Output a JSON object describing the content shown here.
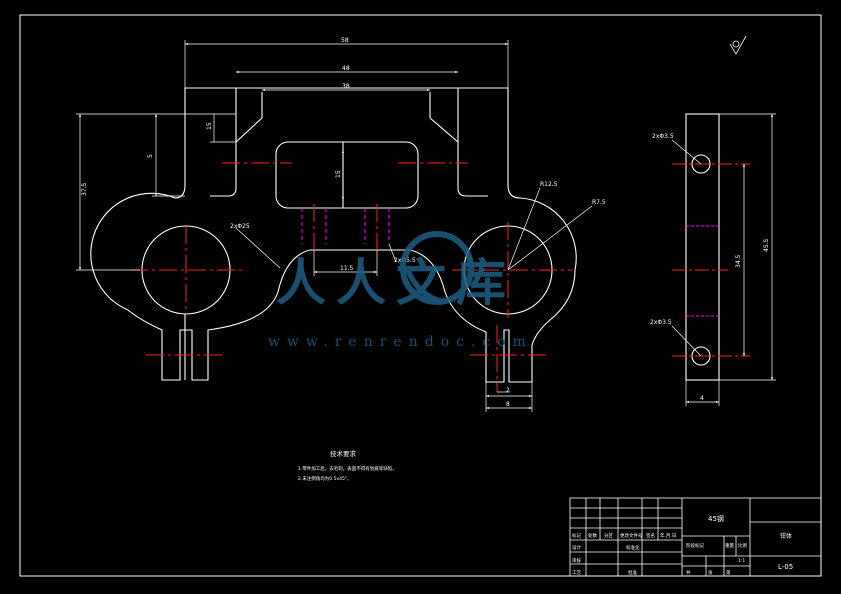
{
  "colors": {
    "background": "#000000",
    "outline": "#ffffff",
    "centerline": "#ff2020",
    "hidden": "#ff00ff",
    "watermark": "#1e5f86"
  },
  "dimensions": {
    "overall_width": "58",
    "middle_width": "48",
    "top_width": "38",
    "left_height": "37.5",
    "step_height": "5",
    "inner_height": "15",
    "slot_height": "15",
    "hole_spacing": "11.5",
    "hole_small": "2xΦ5.5",
    "tab_width": "2",
    "tab_outer": "8",
    "radius_large": "R12.5",
    "radius_small": "R7.5",
    "bore": "2xΦ25",
    "side_hole_top": "2xΦ3.5",
    "side_hole_bottom": "2xΦ3.5",
    "side_center": "34.5",
    "side_overall": "45.5",
    "side_width": "4"
  },
  "notes": {
    "heading": "技术要求",
    "line1": "1.零件加工后，去毛刺，表面不得有划痕等缺陷。",
    "line2": "2.未注倒角均为0.5x45°。"
  },
  "title_block": {
    "material": "45钢",
    "part_name": "钳体",
    "drawing_no": "L-05",
    "cells": {
      "mark": "标记",
      "count": "处数",
      "zone": "分区",
      "change_doc": "更改文件号",
      "sign": "签名",
      "date": "年.月.日",
      "design": "设计",
      "standard": "标准化",
      "stage_mark": "阶段标记",
      "weight": "重量",
      "scale": "比例",
      "scale_value": "1:1",
      "review": "审核",
      "process": "工艺",
      "approve": "批准",
      "sheets": "共",
      "sheet": "张",
      "of": "第"
    }
  },
  "watermark": {
    "title": "人人文库",
    "url": "www.renrendoc.com"
  }
}
